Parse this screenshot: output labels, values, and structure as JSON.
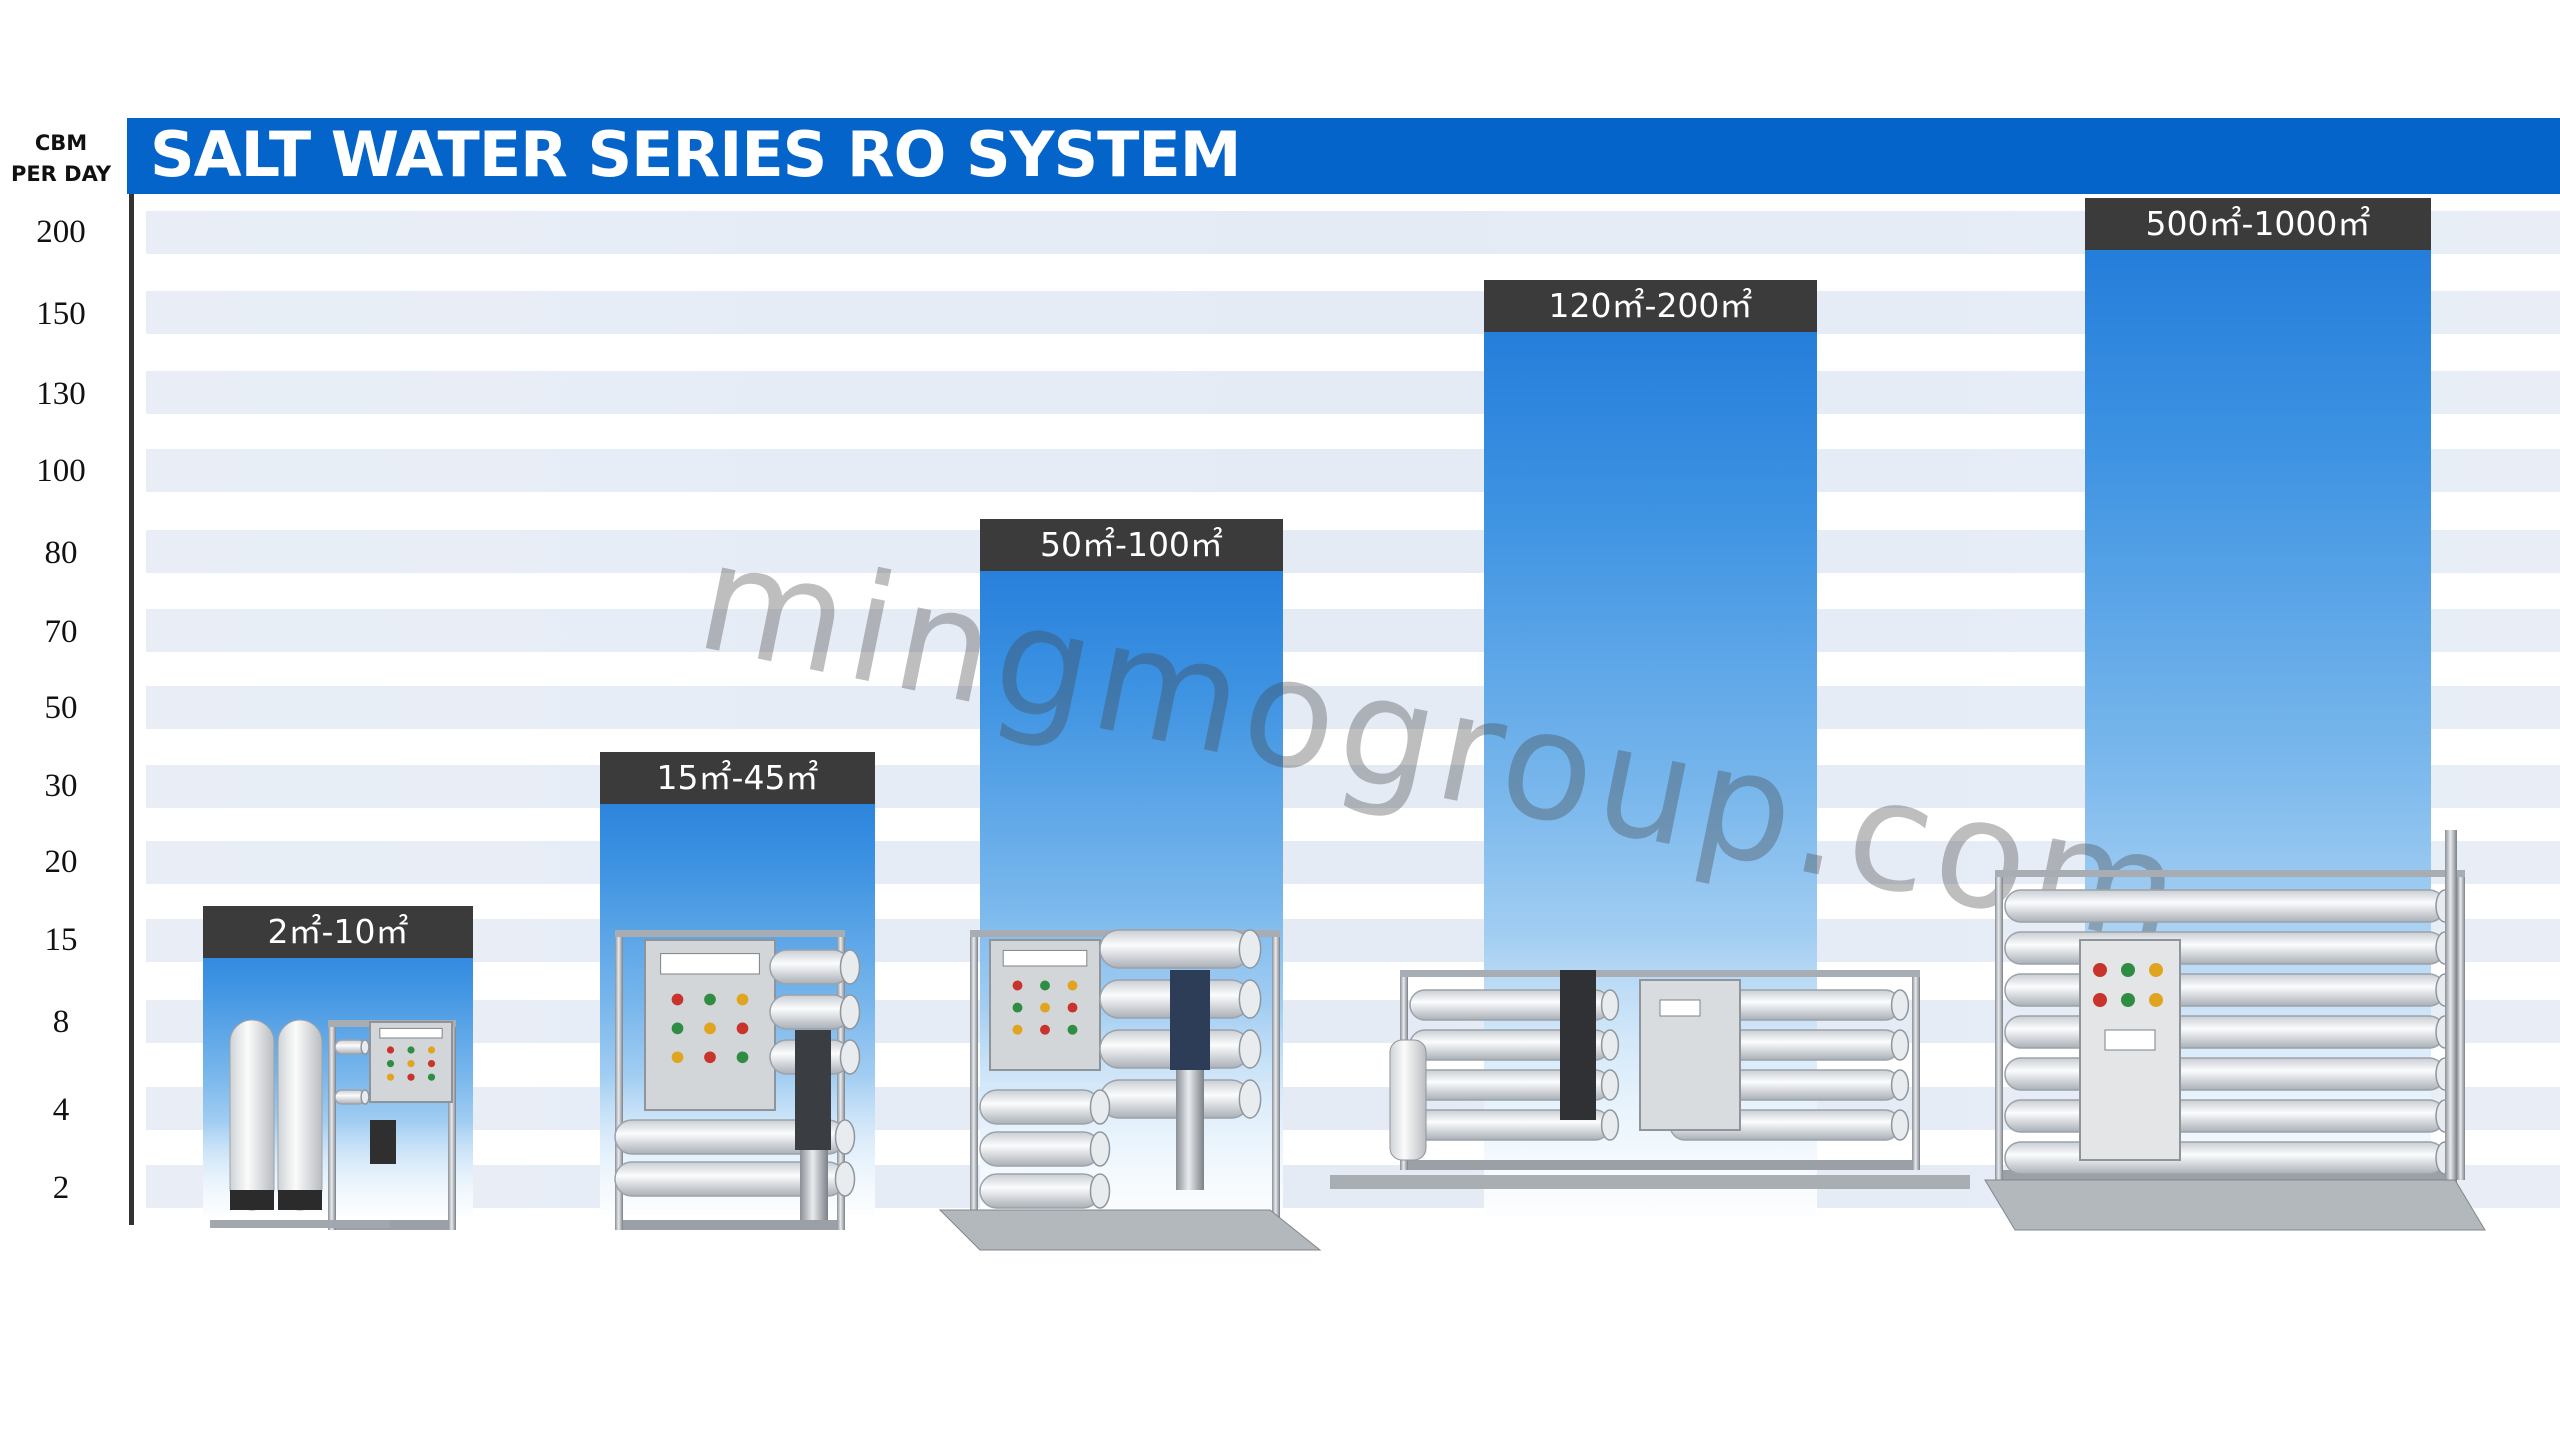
{
  "axis": {
    "title_line1": "CBM",
    "title_line2": "PER DAY",
    "ticks": [
      "200",
      "150",
      "130",
      "100",
      "80",
      "70",
      "50",
      "30",
      "20",
      "15",
      "8",
      "4",
      "2"
    ]
  },
  "header": {
    "title": "SALT WATER SERIES RO SYSTEM"
  },
  "watermark": "mingmogroup.com",
  "colors": {
    "header": "#0464c9",
    "bar_top": "#1e78d8",
    "label_bg": "#3b3b3b",
    "stripe": "#e6ecf5"
  },
  "chart_data": {
    "type": "bar",
    "title": "SALT WATER SERIES RO SYSTEM",
    "ylabel": "CBM PER DAY",
    "y_scale": "categorical (non-linear ticks)",
    "grid": true,
    "categories": [
      "2㎡-10㎡",
      "15㎡-45㎡",
      "50㎡-100㎡",
      "120㎡-200㎡",
      "500㎡-1000㎡"
    ],
    "values": [
      15,
      30,
      80,
      150,
      200
    ],
    "bar_labels": [
      "2㎡-10㎡",
      "15㎡-45㎡",
      "50㎡-100㎡",
      "120㎡-200㎡",
      "500㎡-1000㎡"
    ],
    "product_images": [
      "small-ro-unit-image",
      "ro-unit-image",
      "medium-ro-unit-image",
      "large-ro-unit-image",
      "industrial-ro-unit-image"
    ]
  }
}
